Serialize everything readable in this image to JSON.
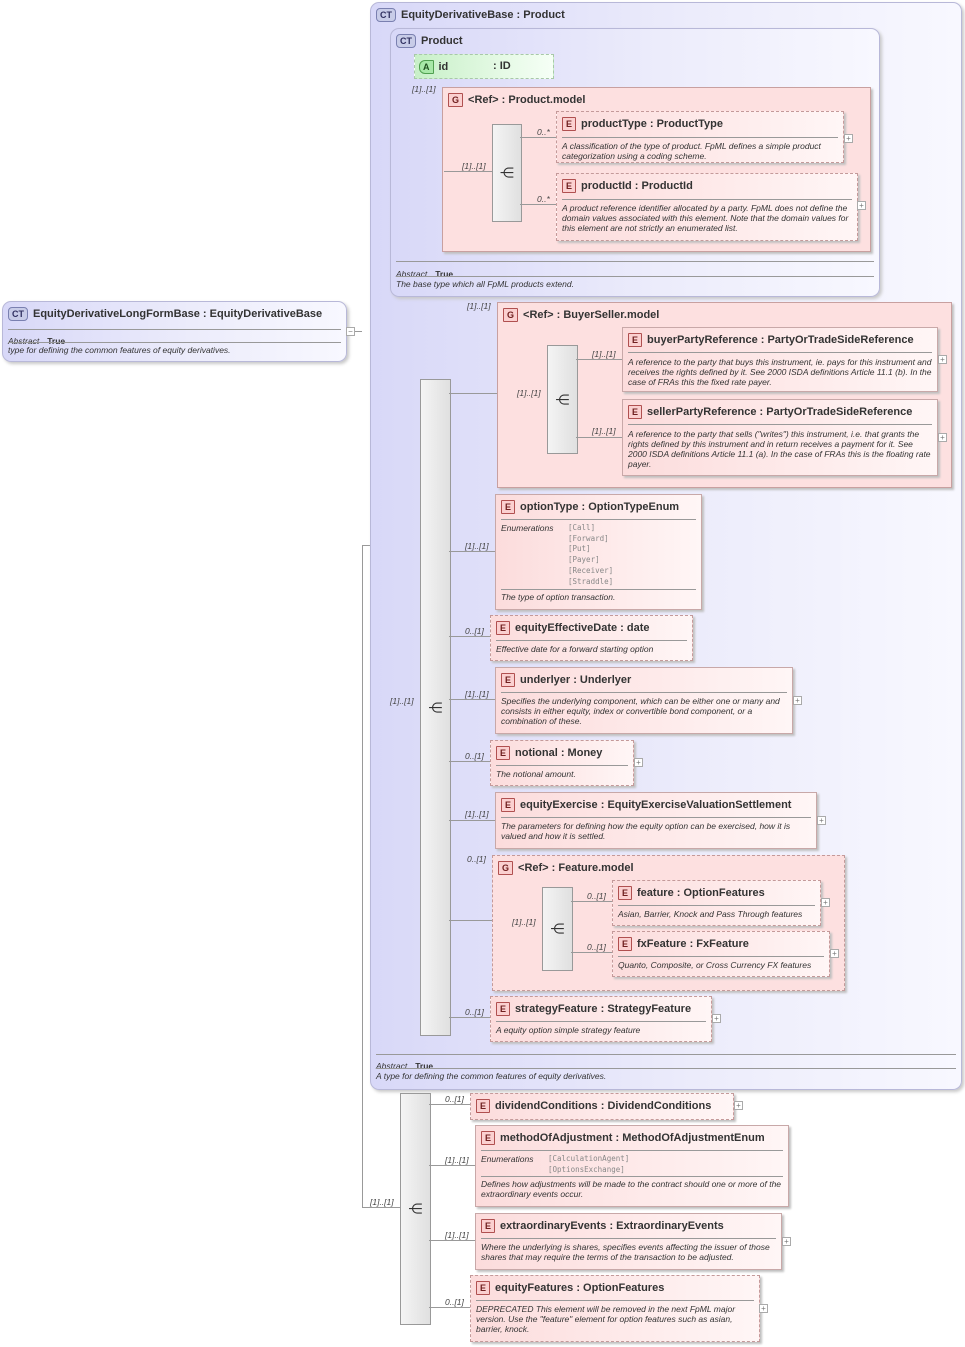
{
  "root": {
    "badge": "CT",
    "title": "EquityDerivativeLongFormBase : EquityDerivativeBase",
    "abstract_label": "Abstract",
    "abstract_value": "True",
    "desc": "type for defining the common features of equity derivatives."
  },
  "base": {
    "badge": "CT",
    "title": "EquityDerivativeBase : Product",
    "abstract_label": "Abstract",
    "abstract_value": "True",
    "desc": "A type for defining the common features of equity derivatives."
  },
  "product": {
    "badge": "CT",
    "title": "Product",
    "abstract_label": "Abstract",
    "abstract_value": "True",
    "desc": "The base type which all FpML products extend.",
    "attr": {
      "badge": "A",
      "name": "id",
      "type": ": ID"
    },
    "group": {
      "badge": "G",
      "title": "<Ref>      : Product.model",
      "card": "[1]..[1]",
      "seq_card": "[1]..[1]",
      "elements": [
        {
          "badge": "E",
          "title": "productType : ProductType",
          "card": "0..*",
          "desc": "A classification of the type of product. FpML defines a simple product categorization using a coding scheme."
        },
        {
          "badge": "E",
          "title": "productId : ProductId",
          "card": "0..*",
          "desc": "A product reference identifier allocated by a party. FpML does not define the domain values associated with this element. Note that the domain values for this element are not strictly an enumerated list."
        }
      ]
    }
  },
  "buyerSeller": {
    "badge": "G",
    "title": "<Ref>      : BuyerSeller.model",
    "card": "[1]..[1]",
    "seq_card": "[1]..[1]",
    "elements": [
      {
        "badge": "E",
        "title": "buyerPartyReference : PartyOrTradeSideReference",
        "card": "[1]..[1]",
        "desc": "A reference to the party that buys this instrument, ie. pays for this instrument and receives the rights defined by it. See 2000 ISDA definitions Article 11.1 (b). In the case of FRAs this the fixed rate payer."
      },
      {
        "badge": "E",
        "title": "sellerPartyReference : PartyOrTradeSideReference",
        "card": "[1]..[1]",
        "desc": "A reference to the party that sells (\"writes\") this instrument, i.e. that grants the rights defined by this instrument and in return receives a payment for it. See 2000 ISDA definitions Article 11.1 (a). In the case of FRAs this is the floating rate payer."
      }
    ]
  },
  "optionType": {
    "badge": "E",
    "title": "optionType : OptionTypeEnum",
    "card": "[1]..[1]",
    "enum_label": "Enumerations",
    "enums": [
      "[Call]",
      "[Forward]",
      "[Put]",
      "[Payer]",
      "[Receiver]",
      "[Straddle]"
    ],
    "desc": "The type of option transaction."
  },
  "equityEffectiveDate": {
    "badge": "E",
    "title": "equityEffectiveDate : date",
    "card": "0..[1]",
    "desc": "Effective date for a forward starting option"
  },
  "underlyer": {
    "badge": "E",
    "title": "underlyer : Underlyer",
    "card": "[1]..[1]",
    "desc": "Specifies the underlying component, which can be either one or many and consists in either equity, index or convertible bond component, or a combination of these."
  },
  "notional": {
    "badge": "E",
    "title": "notional  : Money",
    "card": "0..[1]",
    "desc": "The notional amount."
  },
  "equityExercise": {
    "badge": "E",
    "title": "equityExercise : EquityExerciseValuationSettlement",
    "card": "[1]..[1]",
    "desc": "The parameters for defining how the equity option can be exercised, how it is valued and how it is settled."
  },
  "featureModel": {
    "badge": "G",
    "title": "<Ref>      : Feature.model",
    "card": "0..[1]",
    "seq_card": "[1]..[1]",
    "elements": [
      {
        "badge": "E",
        "title": "feature     : OptionFeatures",
        "card": "0..[1]",
        "desc": "Asian, Barrier, Knock and Pass Through features"
      },
      {
        "badge": "E",
        "title": "fxFeature : FxFeature",
        "card": "0..[1]",
        "desc": "Quanto, Composite, or Cross Currency FX features"
      }
    ]
  },
  "strategyFeature": {
    "badge": "E",
    "title": "strategyFeature : StrategyFeature",
    "card": "0..[1]",
    "desc": "A equity option simple strategy feature"
  },
  "baseSeqCard": "[1]..[1]",
  "outerSeqCard": "[1]..[1]",
  "dividendConditions": {
    "badge": "E",
    "title": "dividendConditions : DividendConditions",
    "card": "0..[1]"
  },
  "methodOfAdjustment": {
    "badge": "E",
    "title": "methodOfAdjustment : MethodOfAdjustmentEnum",
    "card": "[1]..[1]",
    "enum_label": "Enumerations",
    "enums": [
      "[CalculationAgent]",
      "[OptionsExchange]"
    ],
    "desc": "Defines how adjustments will be made to the contract should one or more of the extraordinary events occur."
  },
  "extraordinaryEvents": {
    "badge": "E",
    "title": "extraordinaryEvents : ExtraordinaryEvents",
    "card": "[1]..[1]",
    "desc": "Where the underlying is shares, specifies events affecting the issuer of those shares that may require the terms of the transaction to be adjusted."
  },
  "equityFeatures": {
    "badge": "E",
    "title": "equityFeatures : OptionFeatures",
    "card": "0..[1]",
    "desc": "DEPRECATED This element will be removed in the next FpML major version. Use the \"feature\" element for option features such as asian, barrier, knock."
  },
  "icons": {
    "sequence": "sequence-icon",
    "expand": "expand-icon",
    "collapse": "collapse-icon"
  }
}
